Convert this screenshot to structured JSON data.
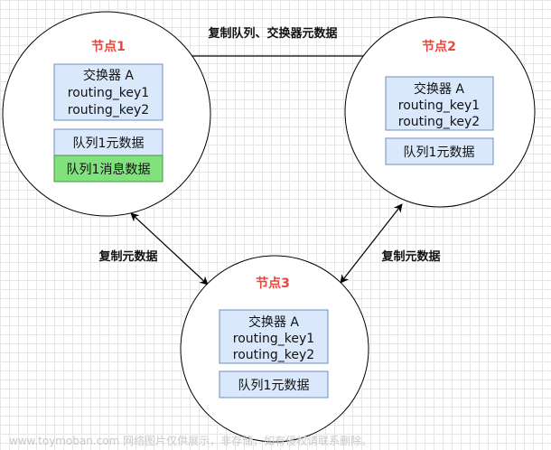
{
  "nodes": {
    "node1": {
      "title": "节点1",
      "exchange": {
        "name": "交换器 A",
        "key1": "routing_key1",
        "key2": "routing_key2"
      },
      "queue_meta": "队列1元数据",
      "queue_msg": "队列1消息数据"
    },
    "node2": {
      "title": "节点2",
      "exchange": {
        "name": "交换器 A",
        "key1": "routing_key1",
        "key2": "routing_key2"
      },
      "queue_meta": "队列1元数据"
    },
    "node3": {
      "title": "节点3",
      "exchange": {
        "name": "交换器 A",
        "key1": "routing_key1",
        "key2": "routing_key2"
      },
      "queue_meta": "队列1元数据"
    }
  },
  "edges": {
    "top": "复制队列、交换器元数据",
    "left": "复制元数据",
    "right": "复制元数据"
  },
  "watermark": "www.toymoban.com 网络图片仅供展示，非存储，如有侵权请联系删除。",
  "colors": {
    "node_title": "#e8473d",
    "box_fill": "#dae8fc",
    "box_stroke": "#6c8ebf",
    "msg_fill": "#82e07e",
    "msg_stroke": "#3f9a3f"
  }
}
